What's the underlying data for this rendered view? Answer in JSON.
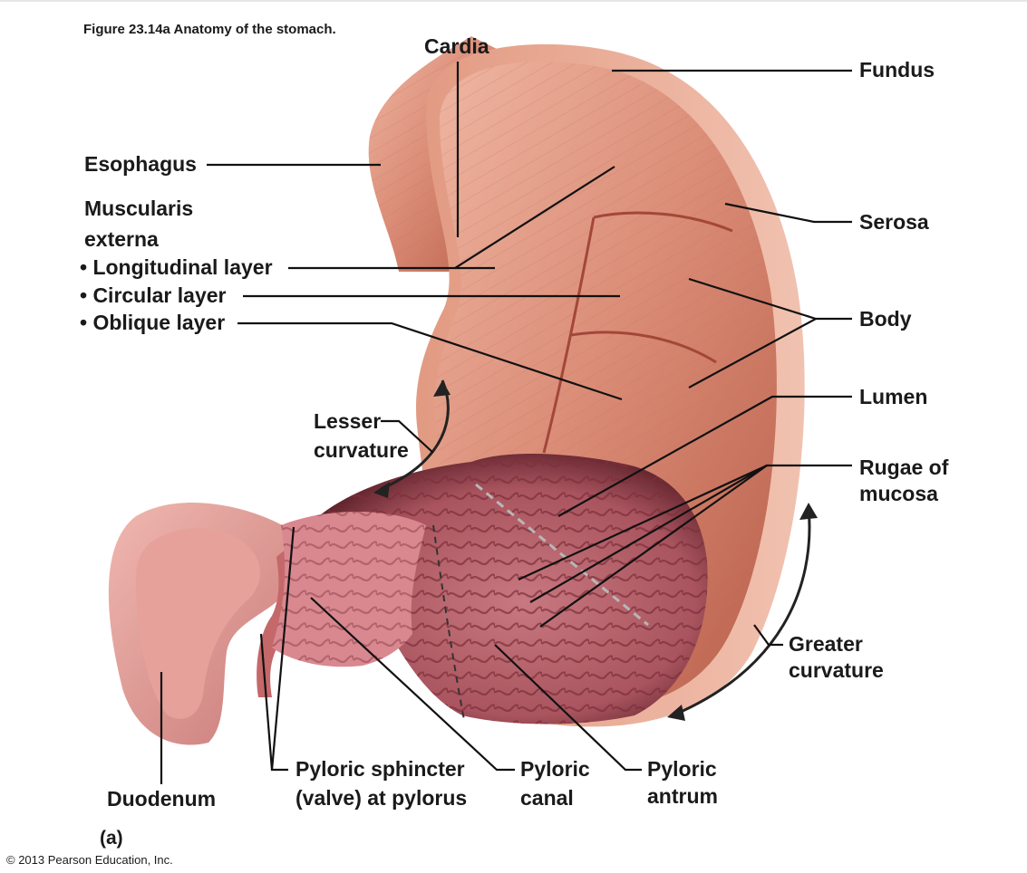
{
  "figure": {
    "title": "Figure 23.14a  Anatomy of the stomach.",
    "panel_letter": "(a)",
    "copyright": "© 2013 Pearson Education, Inc."
  },
  "labels": {
    "cardia": "Cardia",
    "fundus": "Fundus",
    "esophagus": "Esophagus",
    "muscularis_line1": "Muscularis",
    "muscularis_line2": "externa",
    "longitudinal": "• Longitudinal layer",
    "circular": "• Circular layer",
    "oblique": "• Oblique layer",
    "serosa": "Serosa",
    "body": "Body",
    "lumen": "Lumen",
    "rugae_line1": "Rugae of",
    "rugae_line2": "mucosa",
    "lesser_line1": "Lesser",
    "lesser_line2": "curvature",
    "greater_line1": "Greater",
    "greater_line2": "curvature",
    "duodenum": "Duodenum",
    "pyloric_sphincter_line1": "Pyloric sphincter",
    "pyloric_sphincter_line2": "(valve) at pylorus",
    "pyloric_canal_line1": "Pyloric",
    "pyloric_canal_line2": "canal",
    "pyloric_antrum_line1": "Pyloric",
    "pyloric_antrum_line2": "antrum"
  },
  "colors": {
    "muscle": "#d98a74",
    "muscle_light": "#ecb09b",
    "muscle_dark": "#b9604c",
    "serosa": "#e9a992",
    "mucosa": "#d9918f",
    "mucosa_dark": "#8e3a42",
    "leader_line": "#111111"
  }
}
